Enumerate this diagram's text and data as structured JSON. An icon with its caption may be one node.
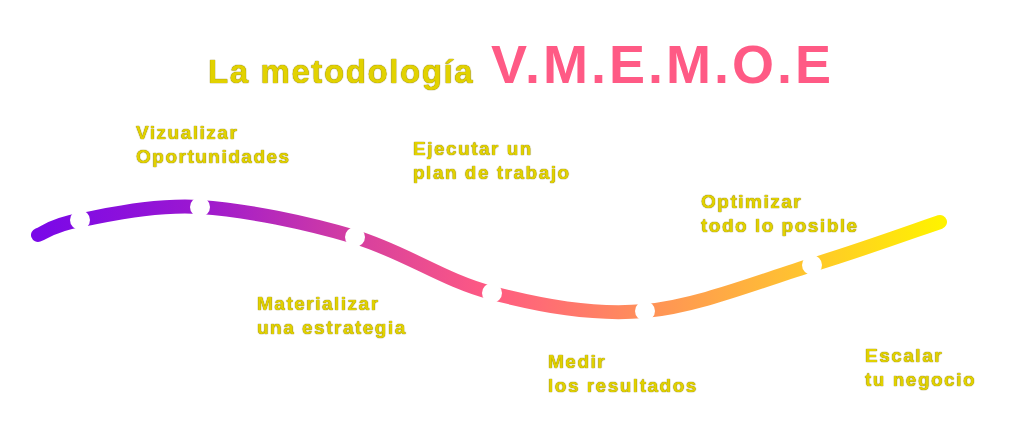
{
  "diagram": {
    "title": "La metodología **V.M.E.M.O.E**",
    "labels": [
      "Vizualizar Oportunidades",
      "Materializar una estrategia",
      "Ejecutar un plan de trabajo",
      "Medir los resultados",
      "Optimizar todo lo posible",
      "Escalar tu negocio"
    ]
  }
}
